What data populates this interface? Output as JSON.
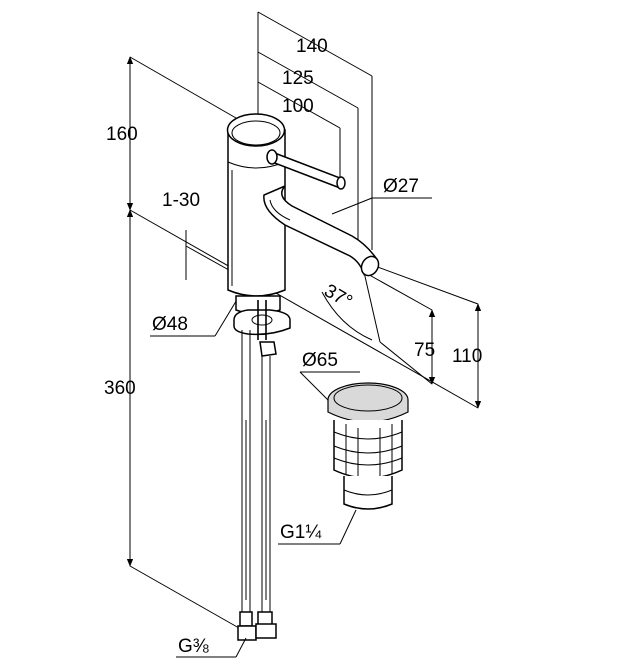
{
  "dimensions": {
    "width_overall": "140",
    "width_spout_end": "125",
    "width_lever": "100",
    "height_body": "160",
    "deck_thickness": "1-30",
    "base_diameter": "Ø48",
    "hose_length": "360",
    "spout_diameter": "Ø27",
    "spout_angle": "37°",
    "height_spout": "75",
    "height_total": "110",
    "waste_diameter": "Ø65",
    "waste_thread": "G1¼",
    "supply_thread": "G⅜"
  }
}
